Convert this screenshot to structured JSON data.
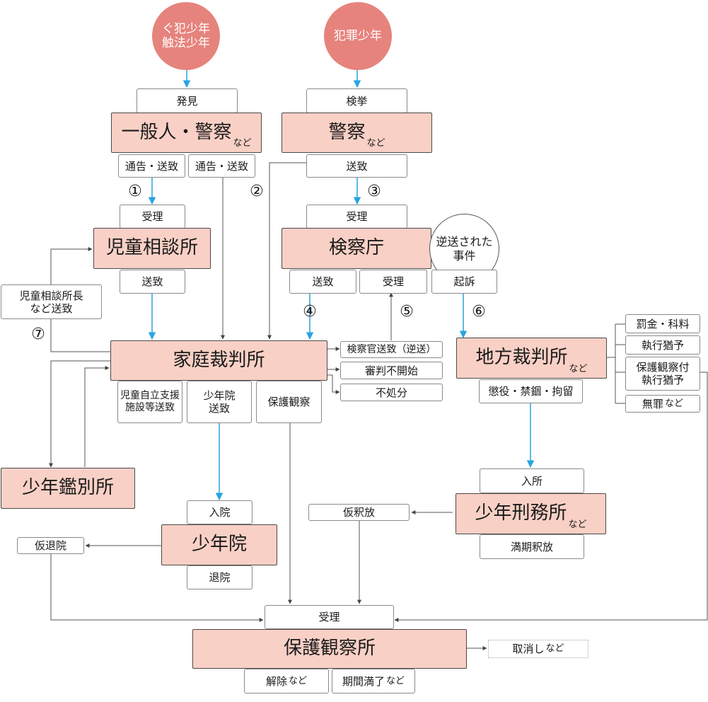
{
  "colors": {
    "source_circle": "#e6837d",
    "main_box": "#f9d0c5",
    "flow_arrow": "#29a3e0",
    "connector": "#555555"
  },
  "sources": {
    "guhan_line1": "ぐ犯少年",
    "guhan_line2": "触法少年",
    "hanzai": "犯罪少年"
  },
  "labels": {
    "hakken": "発見",
    "kenkyo": "検挙",
    "tsukoku_soutchi": "通告・送致",
    "soutchi": "送致",
    "juri": "受理",
    "nyuin": "入院",
    "taiin": "退院",
    "nyusho": "入所",
    "kiso": "起訴",
    "karitaiin": "仮退院",
    "karishakuho": "仮釈放",
    "manki_shakuho": "満期釈放",
    "choueki": "懲役・禁錮・拘留",
    "hogo_kansatsu": "保護観察",
    "kyogo_l1": "児童自立支援",
    "kyogo_l2": "施設等送致",
    "shonenin_l1": "少年院",
    "shonenin_l2": "送致",
    "jido_chou_l1": "児童相談所長",
    "jido_chou_l2": "など送致",
    "gyakusou_l1": "逆送された",
    "gyakusou_l2": "事件",
    "kensatsukan": "検察官送致（逆送）",
    "shinpan_fukaishi": "審判不開始",
    "fushobun": "不処分",
    "bakkin": "罰金・科料",
    "shikkou_yuyo": "執行猶予",
    "hogo_yuyo_l1": "保護観察付",
    "hogo_yuyo_l2": "執行猶予",
    "muzai": "無罪",
    "kaijo": "解除",
    "kikan_manryo": "期間満了",
    "torikeshi": "取消し",
    "nado": "など"
  },
  "main": {
    "ippan_keisatsu": "一般人・警察",
    "keisatsu": "警察",
    "jidou_soudan": "児童相談所",
    "kensatsu": "検察庁",
    "katei_saiban": "家庭裁判所",
    "chihou_saiban": "地方裁判所",
    "kanbetsu": "少年鑑別所",
    "shonenin": "少年院",
    "keimusho": "少年刑務所",
    "hogo_kansatsusho": "保護観察所"
  },
  "numbers": [
    "①",
    "②",
    "③",
    "④",
    "⑤",
    "⑥",
    "⑦"
  ]
}
